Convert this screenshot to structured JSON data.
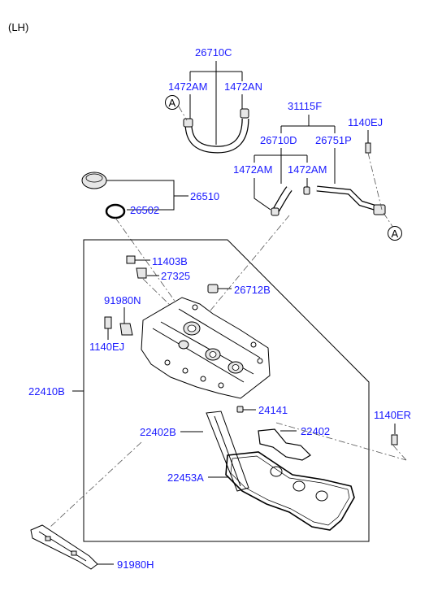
{
  "header": {
    "side": "(LH)"
  },
  "callouts": {
    "ref_top": "A",
    "ref_right": "A"
  },
  "labels": {
    "hose_assy": "26710C",
    "clamp_a1": "1472AM",
    "clamp_n1": "1472AN",
    "pipe_assy": "31115F",
    "bolt_top": "1140EJ",
    "hose_d": "26710D",
    "pipe_p": "26751P",
    "clamp_a2": "1472AM",
    "clamp_a3": "1472AM",
    "cap_assy": "26510",
    "gasket_cap": "26502",
    "bolt_b": "11403B",
    "sensor": "27325",
    "pcv": "26712B",
    "bracket": "91980N",
    "bolt_left": "1140EJ",
    "cover_assy": "22410B",
    "plug": "24141",
    "gasket_b": "22402B",
    "gasket": "22402",
    "gasket_a": "22453A",
    "bolt_er": "1140ER",
    "harness_bracket": "91980H"
  }
}
